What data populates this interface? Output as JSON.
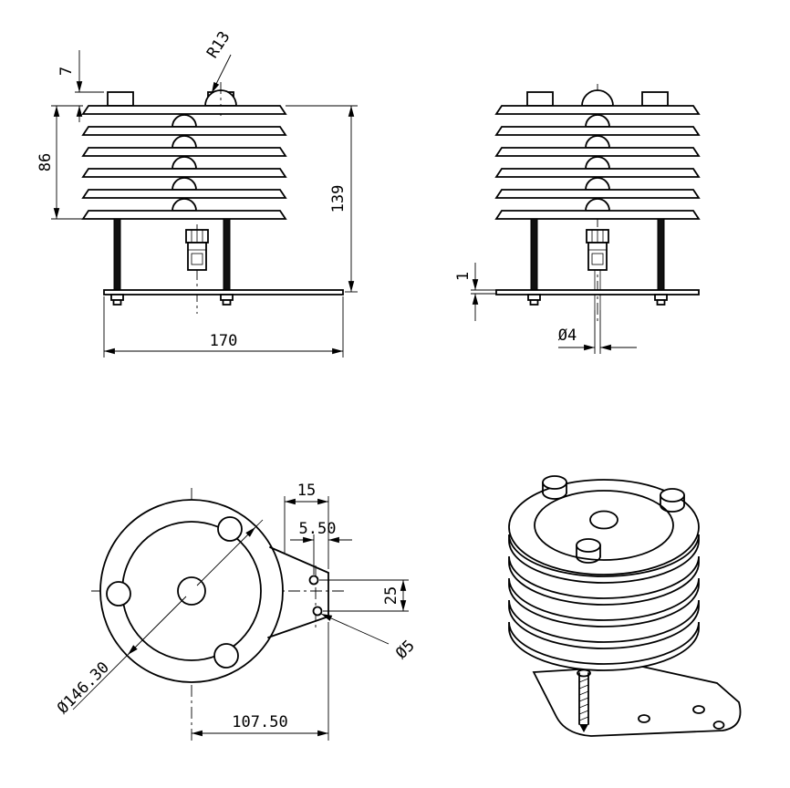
{
  "drawing": {
    "background_color": "#ffffff",
    "line_color": "#000000",
    "views": {
      "front": {
        "dims": {
          "cap_height": "7",
          "louver_stack_height": "86",
          "overall_height": "139",
          "base_width": "170",
          "dome_radius": "R13"
        }
      },
      "side": {
        "dims": {
          "base_plate_thickness": "1",
          "cable_diameter": "Ø4"
        }
      },
      "bottom": {
        "dims": {
          "bracket_edge_offset": "15",
          "hole_edge_offset": "5.50",
          "bracket_hole_spacing": "25",
          "outer_diameter": "Ø146.30",
          "bracket_hole_diameter": "Ø5",
          "mount_hole_offset": "107.50"
        }
      }
    }
  }
}
